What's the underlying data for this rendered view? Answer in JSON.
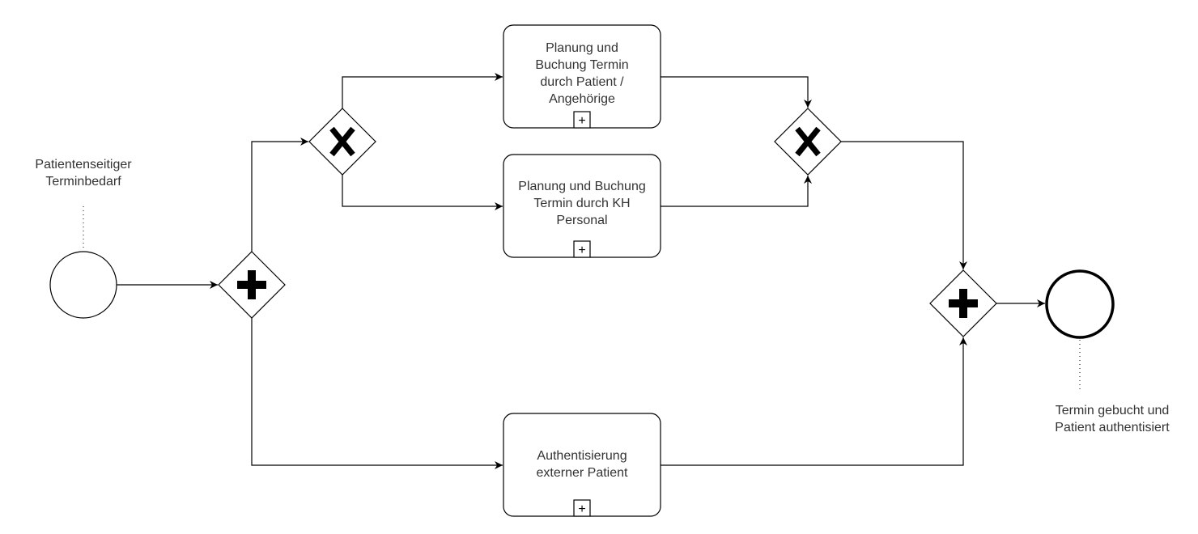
{
  "diagram": {
    "start_event": {
      "label": "Patientenseitiger\nTerminbedarf"
    },
    "end_event": {
      "label": "Termin gebucht und\nPatient authentisiert"
    },
    "tasks": [
      {
        "id": "task-patient",
        "label": "Planung und Buchung Termin durch Patient / Angehörige",
        "marker": "+"
      },
      {
        "id": "task-personal",
        "label": "Planung und Buchung Termin durch KH Personal",
        "marker": "+"
      },
      {
        "id": "task-auth",
        "label": "Authentisierung externer Patient",
        "marker": "+"
      }
    ],
    "gateways": [
      {
        "id": "parallel-split",
        "type": "parallel"
      },
      {
        "id": "exclusive-split",
        "type": "exclusive"
      },
      {
        "id": "exclusive-join",
        "type": "exclusive"
      },
      {
        "id": "parallel-join",
        "type": "parallel"
      }
    ],
    "colors": {
      "stroke": "#000000",
      "text": "#333333",
      "fill": "#ffffff"
    }
  }
}
